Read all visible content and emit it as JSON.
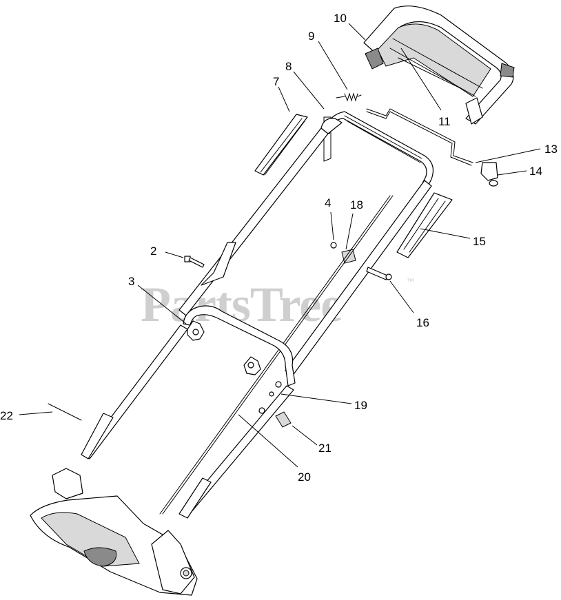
{
  "watermark": {
    "text": "PartsTree",
    "trademark": "™"
  },
  "callouts": [
    "2",
    "3",
    "4",
    "7",
    "8",
    "9",
    "10",
    "11",
    "13",
    "14",
    "15",
    "16",
    "18",
    "19",
    "20",
    "21",
    "22"
  ]
}
